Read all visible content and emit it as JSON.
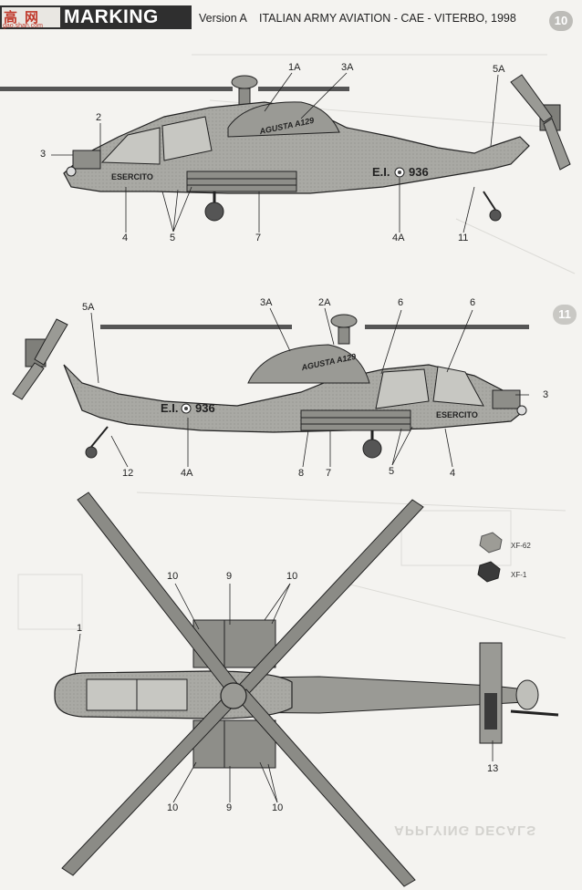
{
  "header": {
    "brand": "高",
    "brand_2": "网",
    "brand_url": "gao.shan.com",
    "title": "MARKING",
    "version": "Version A",
    "subtitle": "ITALIAN ARMY AVIATION - CAE - VITERBO, 1998",
    "page_number": "10",
    "page_number_2": "11"
  },
  "side_view_right": {
    "tail_code": "E.I.",
    "number": "936",
    "branch": "ESERCITO",
    "nose_text": "AGUSTA A129",
    "callouts": {
      "c1A": "1A",
      "c3A": "3A",
      "c5A": "5A",
      "c2": "2",
      "c3": "3",
      "c4": "4",
      "c5": "5",
      "c7": "7",
      "c4A": "4A",
      "c11": "11"
    }
  },
  "side_view_left": {
    "tail_code": "E.I.",
    "number": "936",
    "branch": "ESERCITO",
    "nose_text": "AGUSTA A129",
    "callouts": {
      "c5A": "5A",
      "c3A": "3A",
      "c2A": "2A",
      "c6a": "6",
      "c6b": "6",
      "c3": "3",
      "c12": "12",
      "c4A": "4A",
      "c8": "8",
      "c7": "7",
      "c5": "5",
      "c4": "4"
    }
  },
  "top_view": {
    "callouts": {
      "c10a": "10",
      "c9a": "9",
      "c10b": "10",
      "c1": "1",
      "c13": "13",
      "c10c": "10",
      "c9b": "9",
      "c10d": "10"
    }
  },
  "paints": [
    {
      "code": "XF-62",
      "color": "#9d9c96"
    },
    {
      "code": "XF-1",
      "color": "#3a3a3a"
    }
  ],
  "footer": {
    "ghost_text": "APPLYING DECALS"
  },
  "colors": {
    "airframe": "#a9a9a4",
    "airframe_dark": "#7f7f7a",
    "outline": "#2a2a2a",
    "band": "#2f2f2f",
    "paper": "#f4f3f0"
  }
}
